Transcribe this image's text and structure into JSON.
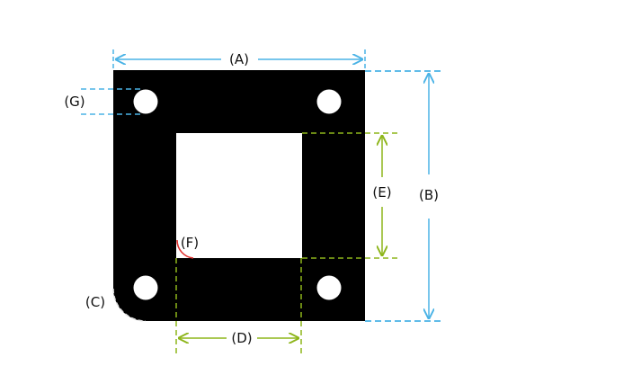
{
  "labels": {
    "a": "(A)",
    "b": "(B)",
    "c": "(C)",
    "d": "(D)",
    "e": "(E)",
    "f": "(F)",
    "g": "(G)"
  },
  "colors": {
    "part": "#000000",
    "hole": "#ffffff",
    "outer_dimension": "#4ab3e6",
    "inner_dimension": "#8db51a",
    "corner_radius_arc": "#e0e0e0",
    "inner_radius_arc": "#e0312f"
  }
}
